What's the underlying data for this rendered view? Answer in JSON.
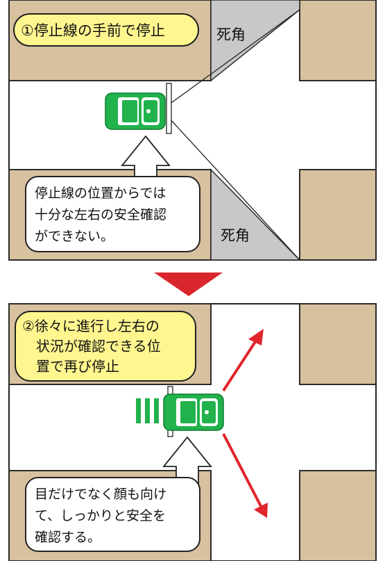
{
  "colors": {
    "building": "#d7c19f",
    "building_stroke": "#2b2b2b",
    "blind_spot": "#c8c8ca",
    "car_green": "#22b24c",
    "car_dark": "#0f7a2e",
    "callout_yellow": "#fff68f",
    "arrow_red": "#e0252b",
    "down_arrow_red": "#d9262c"
  },
  "panel1": {
    "step_label": "①停止線の手前で停止",
    "blind_spot_top": "死角",
    "blind_spot_bottom": "死角",
    "note_line1": "停止線の位置からでは",
    "note_line2": "十分な左右の安全確認",
    "note_line3": "ができない。"
  },
  "panel2": {
    "step_line1": "②徐々に進行し左右の",
    "step_line2": "状況が確認できる位",
    "step_line3": "置で再び停止",
    "note_line1": "目だけでなく顔も向け",
    "note_line2": "て、しっかりと安全を",
    "note_line3": "確認する。"
  }
}
